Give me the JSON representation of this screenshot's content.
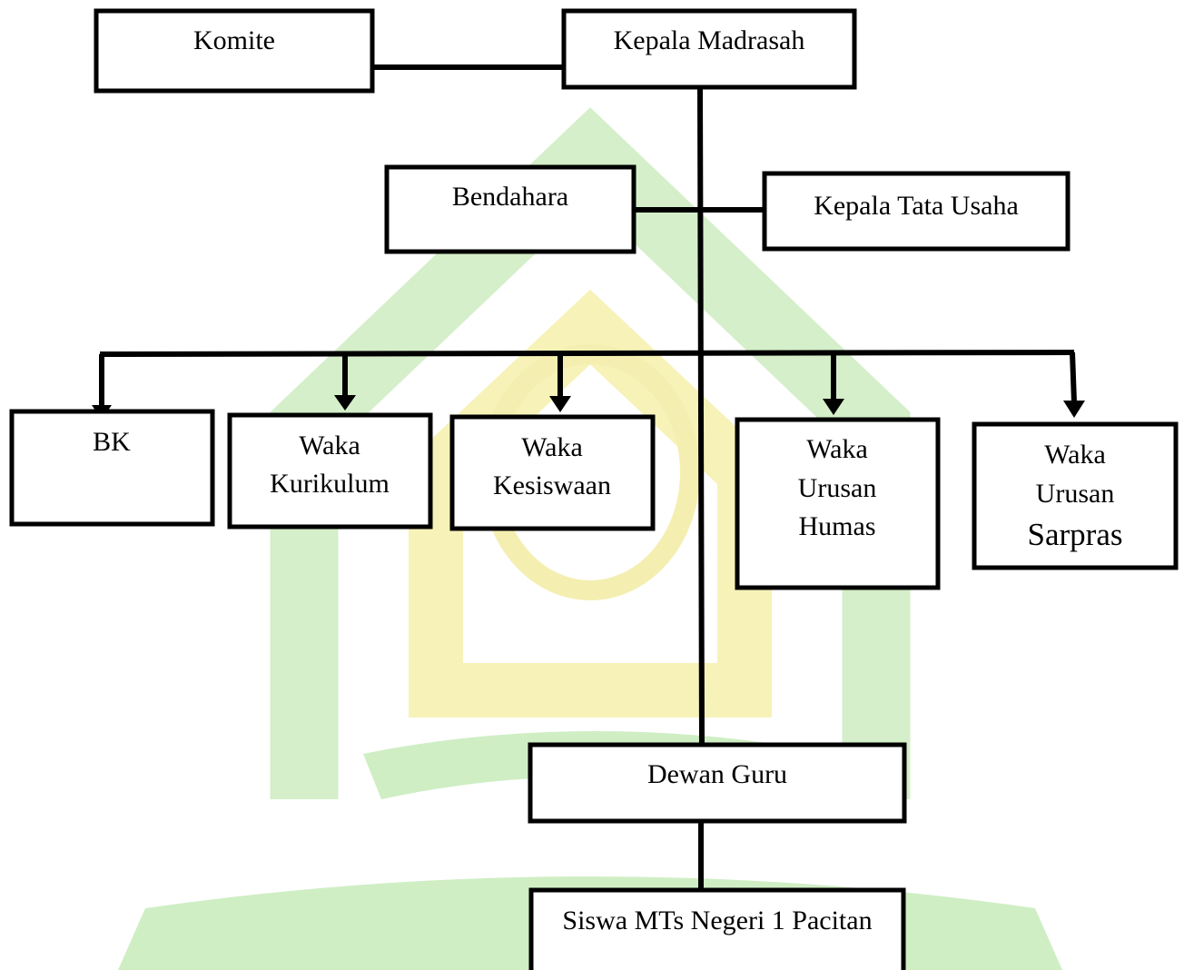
{
  "colors": {
    "line": "#000000",
    "box_border": "#000000",
    "box_fill": "#ffffff",
    "text": "#000000",
    "watermark_green": "#d4efc9",
    "watermark_yellow": "#f7f2b8"
  },
  "watermark": {
    "icon": "uin-logo-watermark"
  },
  "nodes": {
    "komite": {
      "lines": [
        "Komite"
      ]
    },
    "kepala_madrasah": {
      "lines": [
        "Kepala Madrasah"
      ]
    },
    "bendahara": {
      "lines": [
        "Bendahara"
      ]
    },
    "kepala_tata_usaha": {
      "lines": [
        "Kepala Tata Usaha"
      ]
    },
    "bk": {
      "lines": [
        "BK"
      ]
    },
    "waka_kurikulum": {
      "lines": [
        "Waka",
        "Kurikulum"
      ]
    },
    "waka_kesiswaan": {
      "lines": [
        "Waka",
        "Kesiswaan"
      ]
    },
    "waka_humas": {
      "lines": [
        "Waka",
        "Urusan",
        "Humas"
      ]
    },
    "waka_sarpras": {
      "lines": [
        "Waka",
        "Urusan",
        "Sarpras"
      ]
    },
    "dewan_guru": {
      "lines": [
        "Dewan Guru"
      ]
    },
    "siswa": {
      "lines": [
        "Siswa MTs Negeri 1 Pacitan"
      ]
    }
  }
}
